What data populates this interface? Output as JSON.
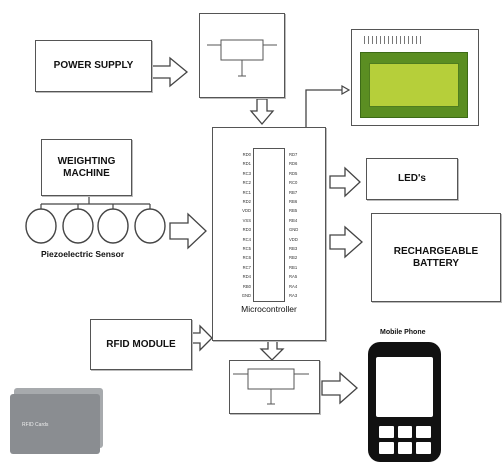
{
  "blocks": {
    "power_supply": "POWER SUPPLY",
    "weighting_machine_line1": "WEIGHTING",
    "weighting_machine_line2": "MACHINE",
    "piezo_label": "Piezoelectric Sensor",
    "rfid_module": "RFID MODULE",
    "leds": "LED's",
    "battery_line1": "RECHARGEABLE",
    "battery_line2": "BATTERY",
    "microcontroller": "Microcontroller",
    "mobile_phone": "Mobile Phone",
    "rfid_cards": "RFID Cards"
  },
  "mcu_pins": {
    "left": [
      "RD0",
      "RD1",
      "RC3",
      "RC2",
      "RC1",
      "RD2",
      "VDD",
      "VSS",
      "RD3",
      "RC4",
      "RC5",
      "RC6",
      "RC7",
      "RD4",
      "RB0",
      "GND"
    ],
    "right": [
      "RD7",
      "RD6",
      "RD5",
      "RC0",
      "RB7",
      "RB6",
      "RB5",
      "RB4",
      "GND",
      "VDD",
      "RB3",
      "RB2",
      "RB1",
      "RA5",
      "RA4",
      "RA3"
    ]
  },
  "colors": {
    "lcd_screen": "#b6cf3a",
    "lcd_border": "#5b8e22",
    "rfid_card": "#8a8d91",
    "phone_body": "#111111"
  }
}
